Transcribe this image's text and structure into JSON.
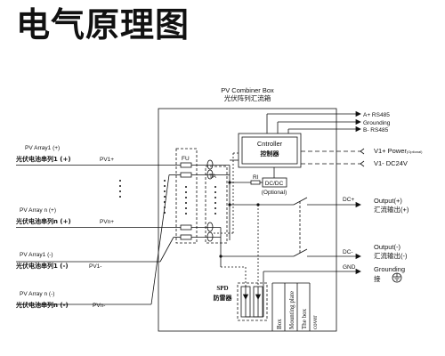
{
  "title": "电气原理图",
  "box": {
    "name_en": "PV Combiner Box",
    "name_cn": "光伏阵列汇流箱"
  },
  "controller": {
    "name_en": "Cntroller",
    "name_cn": "控制器"
  },
  "rs485": {
    "a_plus": "A+ RS485",
    "grounding": "Grounding",
    "b_minus": "B- RS485"
  },
  "power": {
    "v1_plus_main": "V1+ Power",
    "v1_plus_opt": "(Optional)",
    "v1_minus": "V1- DC24V"
  },
  "labels": {
    "fu": "FU",
    "ta": "TA",
    "ri": "RI",
    "dcdc": "DC/DC",
    "optional": "(Optional)",
    "dc_plus": "DC+",
    "dc_minus": "DC-",
    "gnd": "GND",
    "spd_en": "SPD",
    "spd_cn": "防雷器"
  },
  "inputs": [
    {
      "en": "PV Array1 (+)",
      "cn": "光伏电池串列1 (+)",
      "tag": "PV1+"
    },
    {
      "en": "PV Array n (+)",
      "cn": "光伏电池串列n (+)",
      "tag": "PVn+"
    },
    {
      "en": "PV Array1 (-)",
      "cn": "光伏电池串列1 (-)",
      "tag": "PV1-"
    },
    {
      "en": "PV Array n (-)",
      "cn": "光伏电池串列n (-)",
      "tag": "PVn-"
    }
  ],
  "outputs": {
    "pos_en": "Output(+)",
    "pos_cn": "汇流输出(+)",
    "neg_en": "Output(-)",
    "neg_cn": "汇流输出(-)",
    "gnd_en": "Grounding",
    "gnd_cn": "接"
  },
  "bottom_labels": {
    "box": "Box",
    "plate": "Mounting plate",
    "cover1": "The box",
    "cover2": "cover"
  },
  "colors": {
    "line": "#111111",
    "background": "#ffffff"
  }
}
